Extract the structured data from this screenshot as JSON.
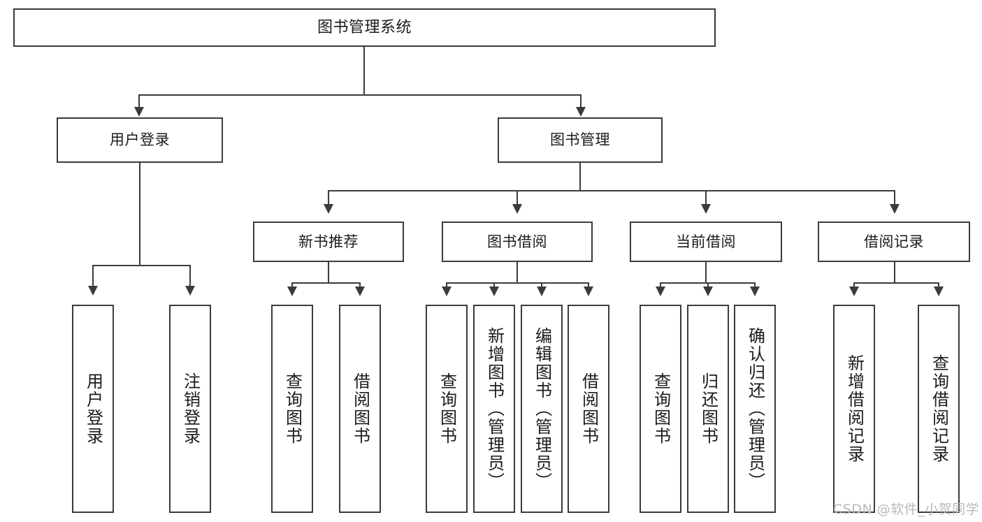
{
  "diagram": {
    "title": "图书管理系统",
    "type": "tree-hierarchy",
    "root": {
      "label": "图书管理系统"
    },
    "level2": [
      {
        "label": "用户登录"
      },
      {
        "label": "图书管理"
      }
    ],
    "level3": [
      {
        "label": "新书推荐"
      },
      {
        "label": "图书借阅"
      },
      {
        "label": "当前借阅"
      },
      {
        "label": "借阅记录"
      }
    ],
    "leaves": {
      "user_login": [
        {
          "label": "用户登录"
        },
        {
          "label": "注销登录"
        }
      ],
      "new_book_recommend": [
        {
          "label": "查询图书"
        },
        {
          "label": "借阅图书"
        }
      ],
      "book_borrow": [
        {
          "label": "查询图书"
        },
        {
          "label": "新增图书（管理员）"
        },
        {
          "label": "编辑图书（管理员）"
        },
        {
          "label": "借阅图书"
        }
      ],
      "current_borrow": [
        {
          "label": "查询图书"
        },
        {
          "label": "归还图书"
        },
        {
          "label": "确认归还（管理员）"
        }
      ],
      "borrow_record": [
        {
          "label": "新增借阅记录"
        },
        {
          "label": "查询借阅记录"
        }
      ]
    }
  },
  "watermark": {
    "text": "CSDN @软件_小贺同学"
  },
  "colors": {
    "stroke": "#3b3b3b",
    "background": "#ffffff",
    "text": "#1b1b1b",
    "watermark": "#b9b9b9"
  }
}
